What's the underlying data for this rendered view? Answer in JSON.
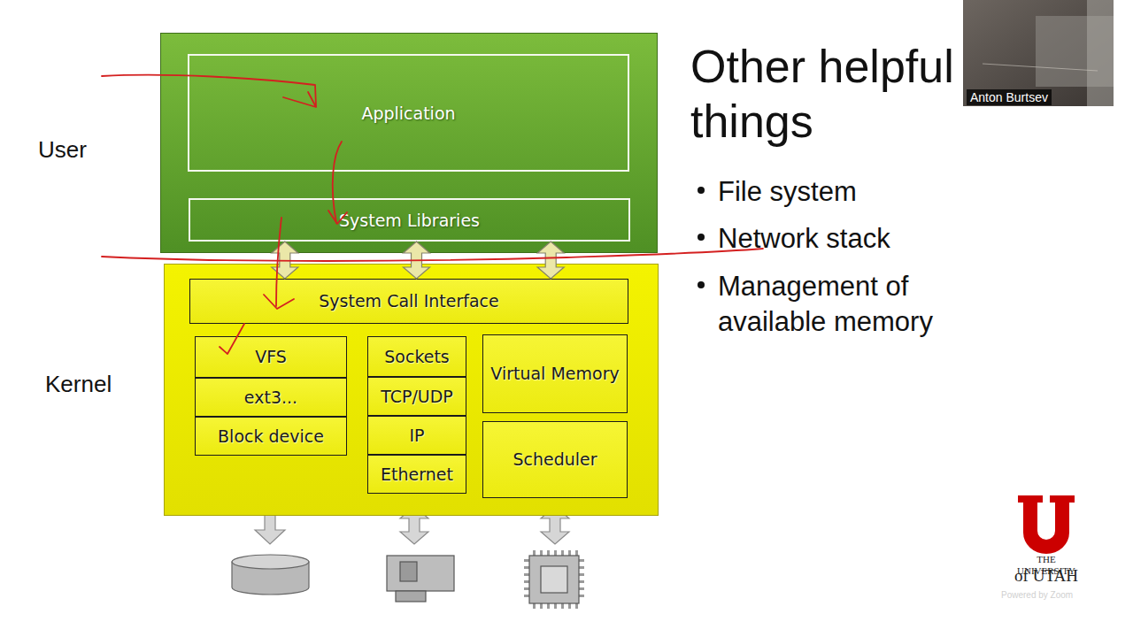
{
  "diagram": {
    "title": "Other helpful things",
    "nodes": [
      {
        "text": [
          "User"
        ]
      },
      {
        "text": [
          "Application"
        ],
        "in": 0
      },
      {
        "text": [
          "System Libraries"
        ],
        "in": 0
      },
      {
        "text": [
          "Kernel"
        ]
      },
      {
        "text": [
          "System Call Interface"
        ],
        "in": 3
      },
      {
        "text": [
          "VFS"
        ],
        "in": 3
      },
      {
        "text": [
          "ext3..."
        ],
        "in": 3
      },
      {
        "text": [
          "Block device"
        ],
        "in": 3
      },
      {
        "text": [
          "Sockets"
        ],
        "in": 3
      },
      {
        "text": [
          "TCP/UDP"
        ],
        "in": 3
      },
      {
        "text": [
          "IP"
        ],
        "in": 3
      },
      {
        "text": [
          "Ethernet"
        ],
        "in": 3
      },
      {
        "text": [
          "Virtual Memory"
        ],
        "in": 3
      },
      {
        "text": [
          "Scheduler"
        ],
        "in": 3
      }
    ],
    "edges": [
      {
        "from": 2,
        "to": 4,
        "arrow": "both"
      },
      {
        "from": 2,
        "to": 4,
        "arrow": "both"
      },
      {
        "from": 2,
        "to": 4,
        "arrow": "both"
      }
    ],
    "labels": [
      "File system",
      "Network stack",
      "Management of available memory",
      "Anton Burtsev",
      "THE UNIVERSITY",
      "of UTAH",
      "Powered by Zoom"
    ]
  }
}
